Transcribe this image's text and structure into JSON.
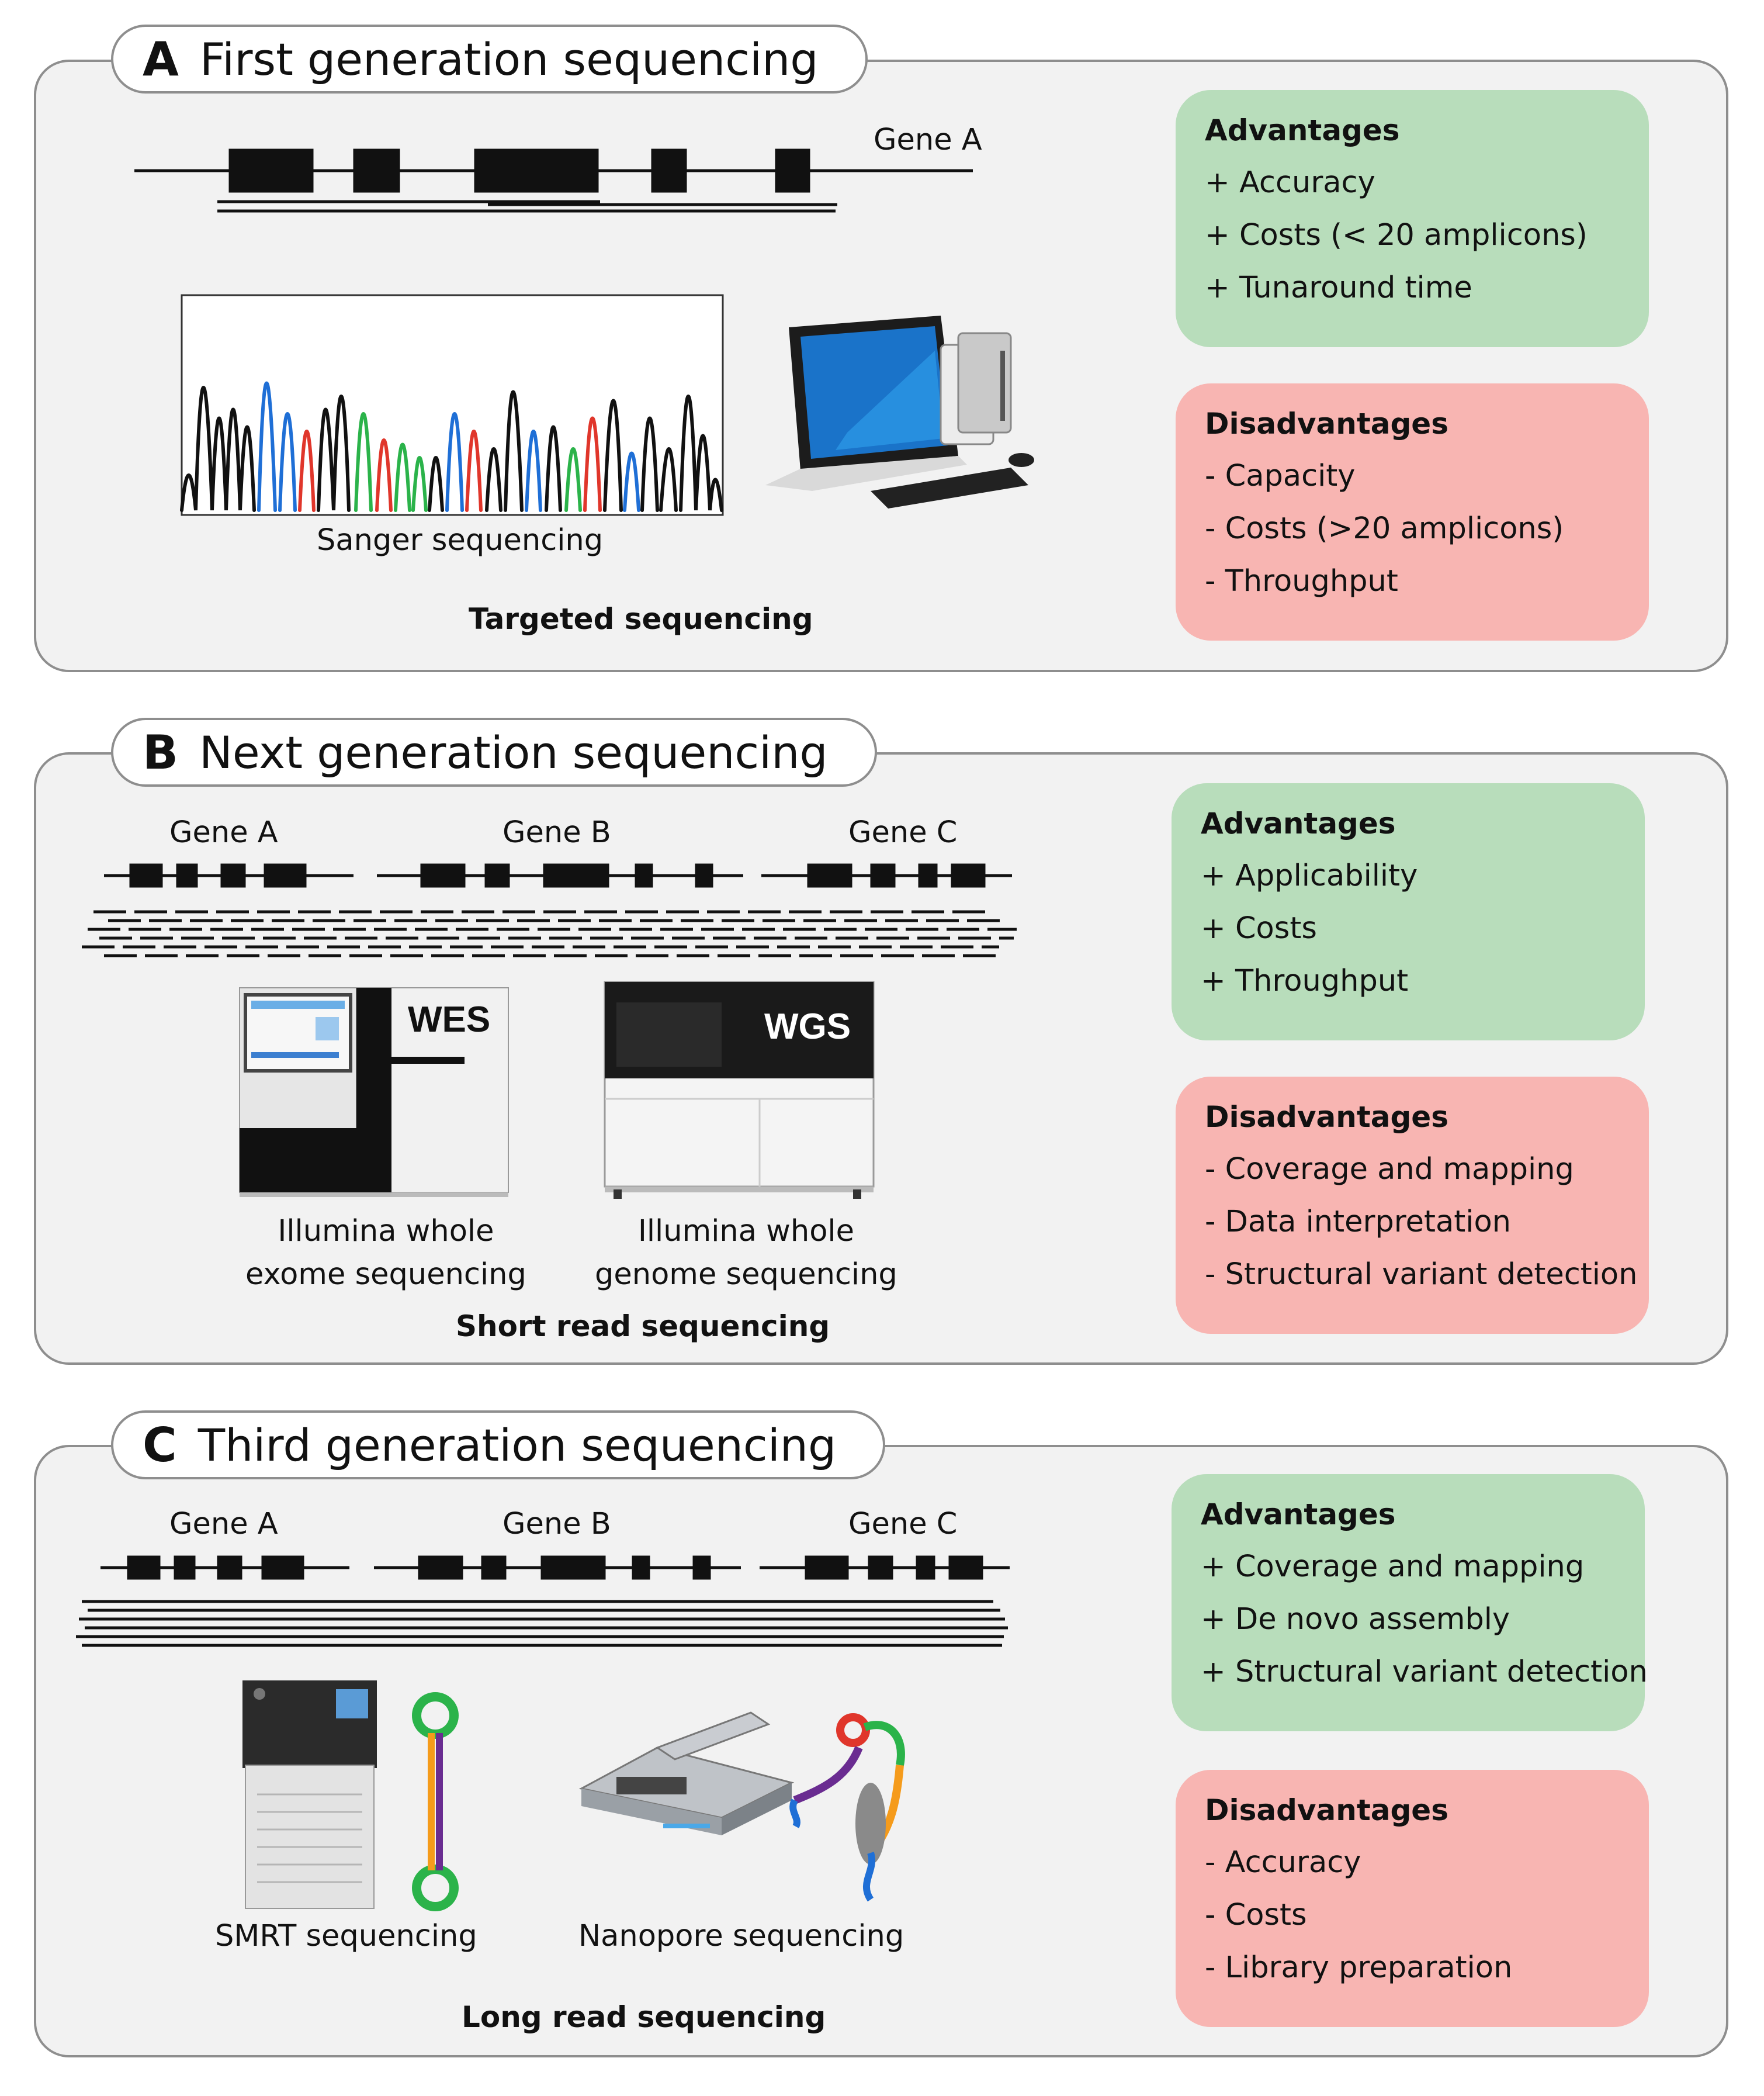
{
  "panel_a": {
    "letter": "A",
    "title": "First generation sequencing",
    "gene_label": "Gene A",
    "trace_caption": "Sanger sequencing",
    "footer": "Targeted sequencing",
    "advantages": {
      "heading": "Advantages",
      "items": [
        "+ Accuracy",
        "+ Costs (< 20 amplicons)",
        "+ Tunaround time"
      ]
    },
    "disadvantages": {
      "heading": "Disadvantages",
      "items": [
        "- Capacity",
        "- Costs (>20 amplicons)",
        "- Throughput"
      ]
    }
  },
  "panel_b": {
    "letter": "B",
    "title": "Next generation sequencing",
    "genes": [
      "Gene A",
      "Gene B",
      "Gene C"
    ],
    "machine_wes_tag": "WES",
    "machine_wgs_tag": "WGS",
    "machine_wes_caption": [
      "Illumina whole",
      "exome sequencing"
    ],
    "machine_wgs_caption": [
      "Illumina whole",
      "genome sequencing"
    ],
    "footer": "Short read sequencing",
    "advantages": {
      "heading": "Advantages",
      "items": [
        "+ Applicability",
        "+ Costs",
        "+ Throughput"
      ]
    },
    "disadvantages": {
      "heading": "Disadvantages",
      "items": [
        "- Coverage and mapping",
        "- Data interpretation",
        "- Structural variant detection"
      ]
    }
  },
  "panel_c": {
    "letter": "C",
    "title": "Third generation sequencing",
    "genes": [
      "Gene A",
      "Gene B",
      "Gene C"
    ],
    "smrt_caption": "SMRT sequencing",
    "nanopore_caption": "Nanopore sequencing",
    "footer": "Long read sequencing",
    "advantages": {
      "heading": "Advantages",
      "items": [
        "+ Coverage and mapping",
        "+ De novo assembly",
        "+ Structural variant detection"
      ]
    },
    "disadvantages": {
      "heading": "Disadvantages",
      "items": [
        "- Accuracy",
        "- Costs",
        "- Library preparation"
      ]
    }
  },
  "colors": {
    "panel_bg": "#f2f2f2",
    "panel_border": "#8e8e8e",
    "advantages_bg": "#b8ddbb",
    "disadvantages_bg": "#f8b5b2",
    "trace_black": "#111111",
    "trace_blue": "#1f6fd6",
    "trace_red": "#e0362b",
    "trace_green": "#2bb34a"
  }
}
